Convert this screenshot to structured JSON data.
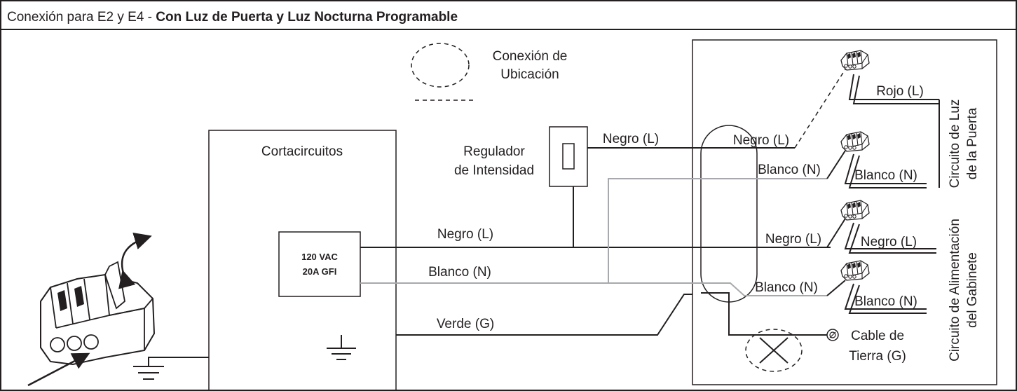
{
  "title": {
    "prefix": "Conexión para E2 y E4 - ",
    "bold": "Con Luz de Puerta y Luz Nocturna Programable"
  },
  "legend": {
    "location_line1": "Conexión de",
    "location_line2": "Ubicación"
  },
  "breaker": {
    "title": "Cortacircuitos",
    "rating_line1": "120 VAC",
    "rating_line2": "20A GFI"
  },
  "dimmer": {
    "line1": "Regulador",
    "line2": "de Intensidad"
  },
  "wires": {
    "dimmer_black": "Negro (L)",
    "main_black": "Negro (L)",
    "main_white": "Blanco (N)",
    "main_green": "Verde (G)"
  },
  "cabinet": {
    "connector_labels": {
      "door_red": "Rojo (L)",
      "door_black": "Negro (L)",
      "door_white_in": "Blanco (N)",
      "door_white_out": "Blanco (N)",
      "feed_black_in": "Negro (L)",
      "feed_black_out": "Negro (L)",
      "feed_white_in": "Blanco (N)",
      "feed_white_out": "Blanco (N)"
    },
    "door_circuit_line1": "Circuito de Luz",
    "door_circuit_line2": "de la Puerta",
    "feed_circuit_line1": "Circuito de Alimentación",
    "feed_circuit_line2": "del Gabinete",
    "ground_line1": "Cable de",
    "ground_line2": "Tierra (G)"
  },
  "colors": {
    "line": "#231f20",
    "neutral_wire": "#a7a9ac",
    "connector_fill": "#ffffff"
  },
  "icons": [
    "wago-connector-icon",
    "ground-symbol-icon",
    "ground-screw-icon",
    "curved-arrow-icon",
    "pointer-arrow-icon"
  ]
}
